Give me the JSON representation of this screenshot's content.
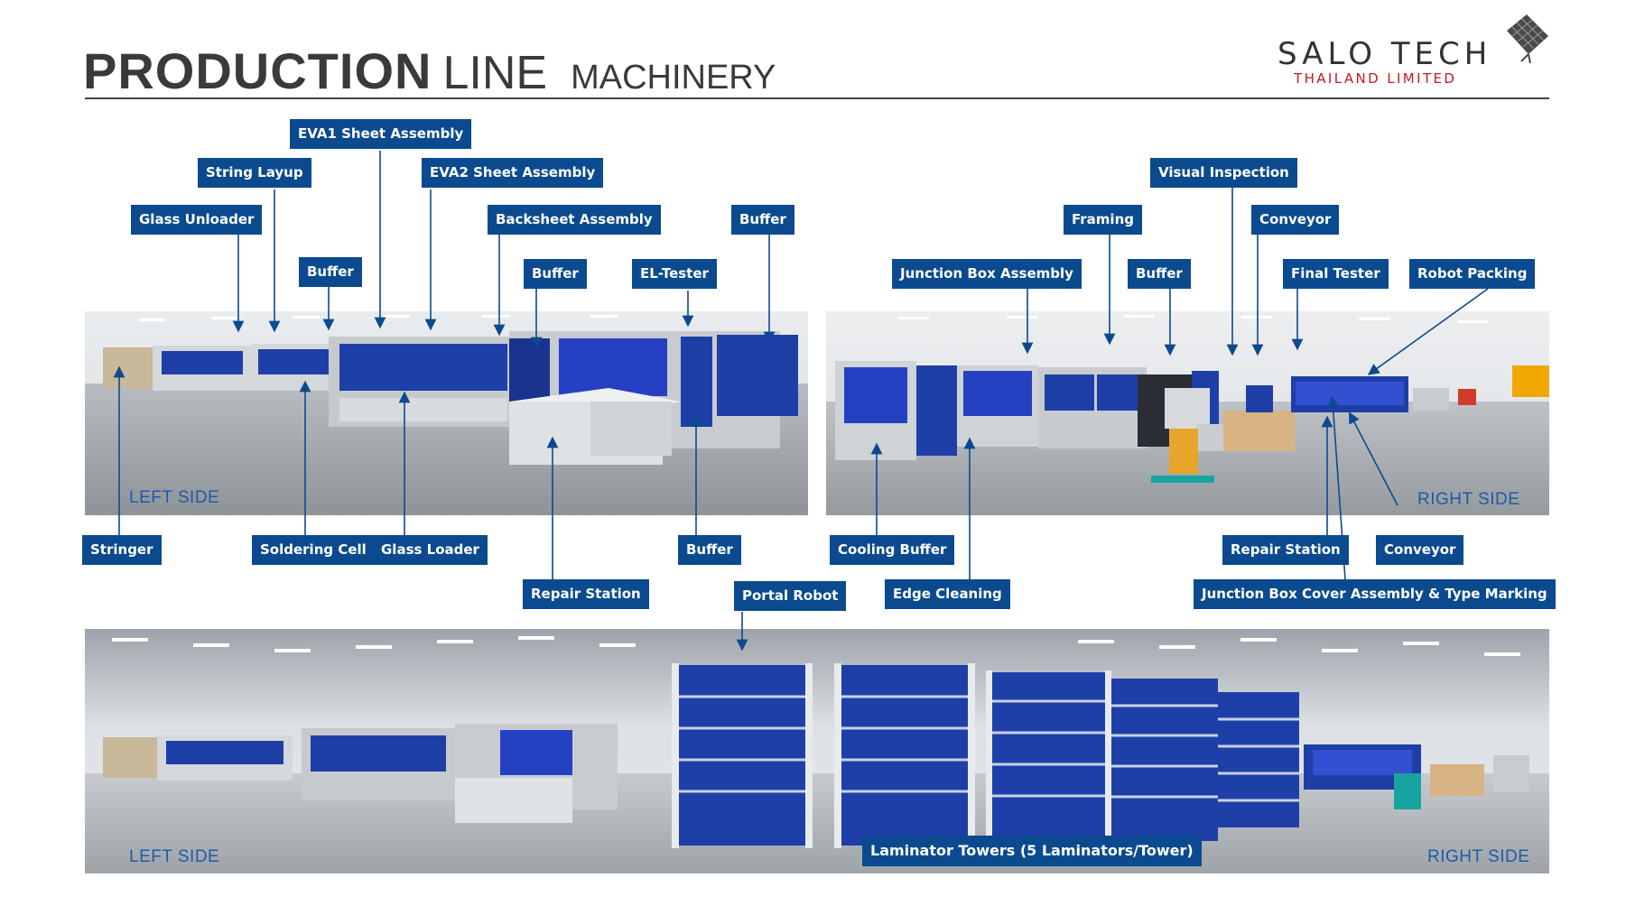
{
  "header": {
    "title_bold": "PRODUCTION",
    "title_light": "LINE",
    "subtitle": "MACHINERY"
  },
  "logo": {
    "name": "SALO TECH",
    "tagline": "THAILAND LIMITED",
    "mark_icon": "solar-panel-icon",
    "name_color": "#333333",
    "tagline_color": "#c21a28"
  },
  "colors": {
    "tag_background": "#0b4a8e",
    "tag_text": "#ffffff",
    "side_label": "#1f5aa8",
    "machine_blue": "#1e3fa8"
  },
  "photos": {
    "left": {
      "side_label": "LEFT SIDE"
    },
    "right": {
      "side_label": "RIGHT SIDE"
    },
    "panorama": {
      "left_label": "LEFT SIDE",
      "right_label": "RIGHT SIDE"
    }
  },
  "labels": {
    "eva1_sheet_assembly": "EVA1 Sheet Assembly",
    "string_layup": "String Layup",
    "eva2_sheet_assembly": "EVA2 Sheet Assembly",
    "glass_unloader": "Glass Unloader",
    "backsheet_assembly": "Backsheet Assembly",
    "buffer_top_right": "Buffer",
    "buffer_top_1": "Buffer",
    "buffer_top_2": "Buffer",
    "el_tester": "EL-Tester",
    "visual_inspection": "Visual Inspection",
    "framing": "Framing",
    "conveyor_top": "Conveyor",
    "junction_box_assembly": "Junction Box Assembly",
    "buffer_right": "Buffer",
    "final_tester": "Final Tester",
    "robot_packing": "Robot Packing",
    "stringer": "Stringer",
    "soldering_cell": "Soldering Cell",
    "glass_loader": "Glass Loader",
    "buffer_bottom": "Buffer",
    "cooling_buffer": "Cooling Buffer",
    "repair_station_right": "Repair Station",
    "conveyor_bottom": "Conveyor",
    "repair_station_left": "Repair Station",
    "portal_robot": "Portal Robot",
    "edge_cleaning": "Edge Cleaning",
    "junction_box_cover": "Junction Box Cover Assembly & Type Marking",
    "laminator_towers": "Laminator Towers (5 Laminators/Tower)"
  }
}
